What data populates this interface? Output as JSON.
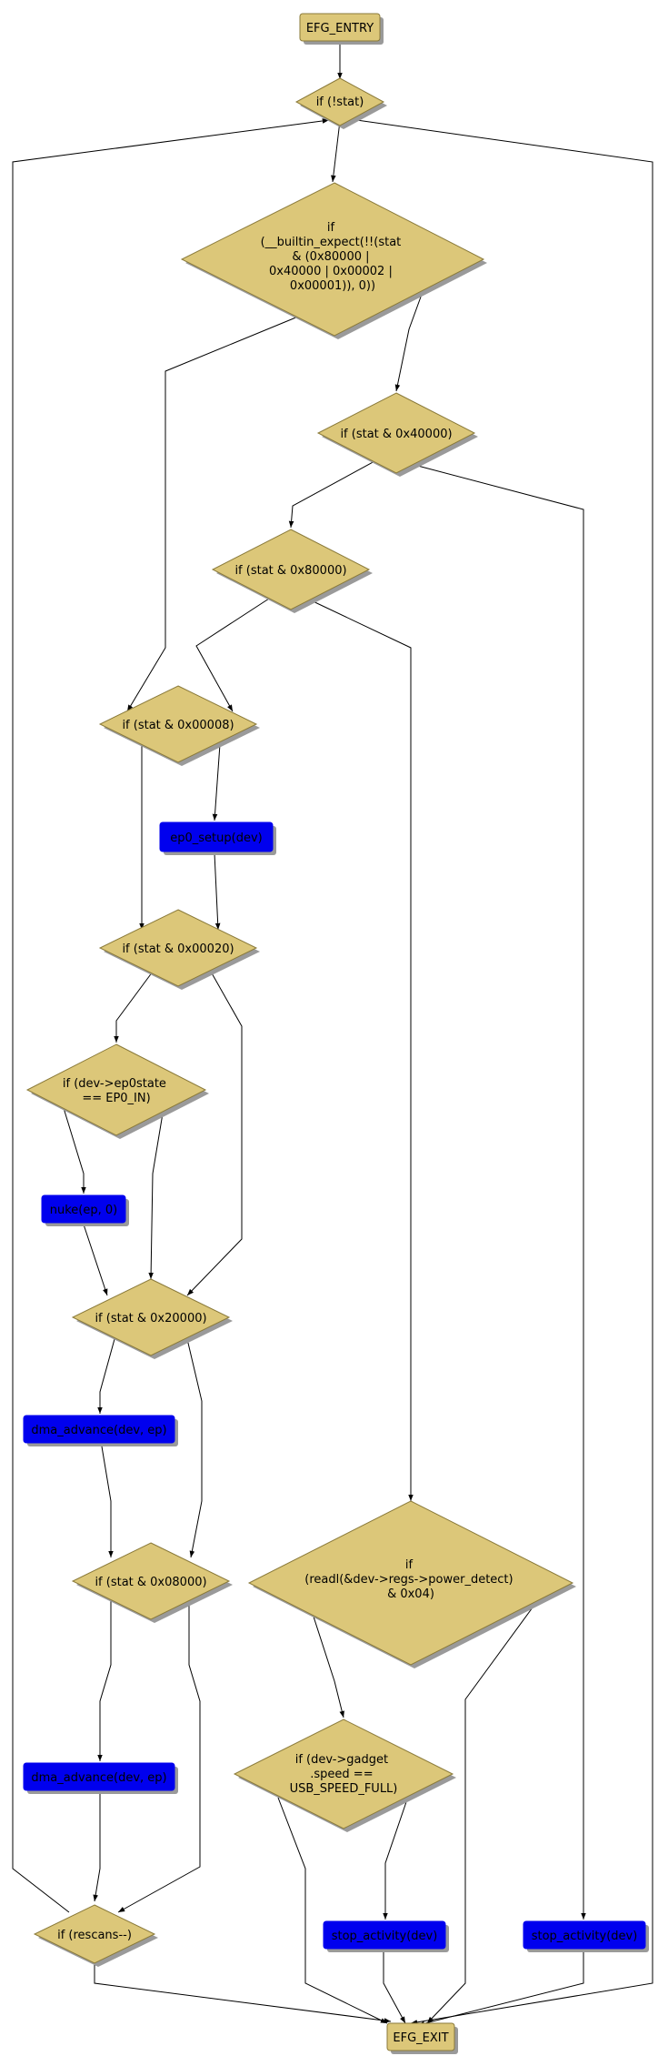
{
  "colors": {
    "node_fill": "#dcc779",
    "node_stroke": "#8a7a3a",
    "action_fill": "#0000ee",
    "action_text": "#000000",
    "edge": "#000000",
    "shadow": "#9a9a9a"
  },
  "nodes": {
    "entry": {
      "label": "EFG_ENTRY",
      "shape": "box"
    },
    "if_stat": {
      "label": "if (!stat)",
      "shape": "diamond"
    },
    "if_builtin": {
      "label": [
        "if",
        "(__builtin_expect(!!(stat",
        "& (0x80000 |",
        "0x40000 | 0x00002 |",
        "0x00001)), 0))"
      ],
      "shape": "diamond"
    },
    "if_40000": {
      "label": "if (stat & 0x40000)",
      "shape": "diamond"
    },
    "if_80000": {
      "label": "if (stat & 0x80000)",
      "shape": "diamond"
    },
    "if_00008": {
      "label": "if (stat & 0x00008)",
      "shape": "diamond"
    },
    "ep0_setup": {
      "label": "ep0_setup(dev)",
      "shape": "action"
    },
    "if_00020": {
      "label": "if (stat & 0x00020)",
      "shape": "diamond"
    },
    "if_ep0state": {
      "label": [
        "if (dev->ep0state",
        "== EP0_IN)"
      ],
      "shape": "diamond"
    },
    "nuke": {
      "label": "nuke(ep, 0)",
      "shape": "action"
    },
    "if_20000": {
      "label": "if (stat & 0x20000)",
      "shape": "diamond"
    },
    "dma_adv1": {
      "label": "dma_advance(dev, ep)",
      "shape": "action"
    },
    "if_08000": {
      "label": "if (stat & 0x08000)",
      "shape": "diamond"
    },
    "dma_adv2": {
      "label": "dma_advance(dev, ep)",
      "shape": "action"
    },
    "if_rescans": {
      "label": "if (rescans--)",
      "shape": "diamond"
    },
    "if_readl": {
      "label": [
        "if",
        "(readl(&dev->regs->power_detect)",
        "& 0x04)"
      ],
      "shape": "diamond"
    },
    "if_gadget": {
      "label": [
        "if (dev->gadget",
        ".speed ==",
        "USB_SPEED_FULL)"
      ],
      "shape": "diamond"
    },
    "stop1": {
      "label": "stop_activity(dev)",
      "shape": "action"
    },
    "stop2": {
      "label": "stop_activity(dev)",
      "shape": "action"
    },
    "exit": {
      "label": "EFG_EXIT",
      "shape": "box"
    }
  },
  "edges": [
    {
      "from": "entry",
      "to": "if_stat"
    },
    {
      "from": "if_stat",
      "to": "if_builtin"
    },
    {
      "from": "if_stat",
      "to": "exit"
    },
    {
      "from": "if_builtin",
      "to": "if_40000"
    },
    {
      "from": "if_builtin",
      "to": "if_00008"
    },
    {
      "from": "if_40000",
      "to": "if_80000"
    },
    {
      "from": "if_40000",
      "to": "stop2"
    },
    {
      "from": "if_80000",
      "to": "if_00008"
    },
    {
      "from": "if_80000",
      "to": "if_readl"
    },
    {
      "from": "if_00008",
      "to": "ep0_setup"
    },
    {
      "from": "if_00008",
      "to": "if_00020"
    },
    {
      "from": "ep0_setup",
      "to": "if_00020"
    },
    {
      "from": "if_00020",
      "to": "if_ep0state"
    },
    {
      "from": "if_00020",
      "to": "if_20000"
    },
    {
      "from": "if_ep0state",
      "to": "nuke"
    },
    {
      "from": "if_ep0state",
      "to": "if_20000"
    },
    {
      "from": "nuke",
      "to": "if_20000"
    },
    {
      "from": "if_20000",
      "to": "dma_adv1"
    },
    {
      "from": "if_20000",
      "to": "if_08000"
    },
    {
      "from": "dma_adv1",
      "to": "if_08000"
    },
    {
      "from": "if_08000",
      "to": "dma_adv2"
    },
    {
      "from": "if_08000",
      "to": "if_rescans"
    },
    {
      "from": "dma_adv2",
      "to": "if_rescans"
    },
    {
      "from": "if_rescans",
      "to": "if_stat"
    },
    {
      "from": "if_rescans",
      "to": "exit"
    },
    {
      "from": "if_readl",
      "to": "if_gadget"
    },
    {
      "from": "if_readl",
      "to": "exit"
    },
    {
      "from": "if_gadget",
      "to": "stop1"
    },
    {
      "from": "if_gadget",
      "to": "exit"
    },
    {
      "from": "stop1",
      "to": "exit"
    },
    {
      "from": "stop2",
      "to": "exit"
    }
  ]
}
